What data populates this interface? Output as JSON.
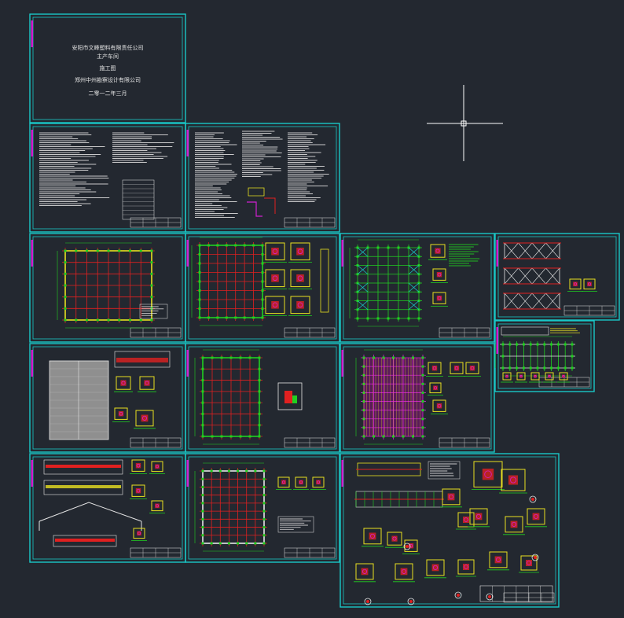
{
  "app": {
    "title": "CAD model space viewer"
  },
  "cover": {
    "company": "安阳市文峰塑料有限责任公司",
    "building": "主产车间",
    "stage": "施工图",
    "designer": "郑州中州勘察设计有限公司",
    "date": "二零一二年三月"
  },
  "colors": {
    "background": "#232830",
    "frame": "#19c8c8",
    "axis_red": "#e02020",
    "column_green": "#20d020",
    "magenta": "#d020d0",
    "yellow": "#e8e020",
    "white": "#e6e6e6",
    "crosshair": "#ffffff"
  },
  "sheets": [
    {
      "id": "cover",
      "kind": "cover"
    },
    {
      "id": "design-notes-1",
      "kind": "notes"
    },
    {
      "id": "design-notes-2",
      "kind": "notes"
    },
    {
      "id": "anchor-plan",
      "kind": "plan"
    },
    {
      "id": "foundation-plan",
      "kind": "plan"
    },
    {
      "id": "roof-bracing-plan",
      "kind": "plan"
    },
    {
      "id": "column-bracing",
      "kind": "elevation"
    },
    {
      "id": "frame-elevation-small",
      "kind": "elevation"
    },
    {
      "id": "roof-plan",
      "kind": "plan"
    },
    {
      "id": "column-layout",
      "kind": "plan"
    },
    {
      "id": "purlin-plan",
      "kind": "plan"
    },
    {
      "id": "frame-elevations",
      "kind": "elevation"
    },
    {
      "id": "wall-girt-plan",
      "kind": "plan"
    },
    {
      "id": "node-details",
      "kind": "details"
    }
  ]
}
